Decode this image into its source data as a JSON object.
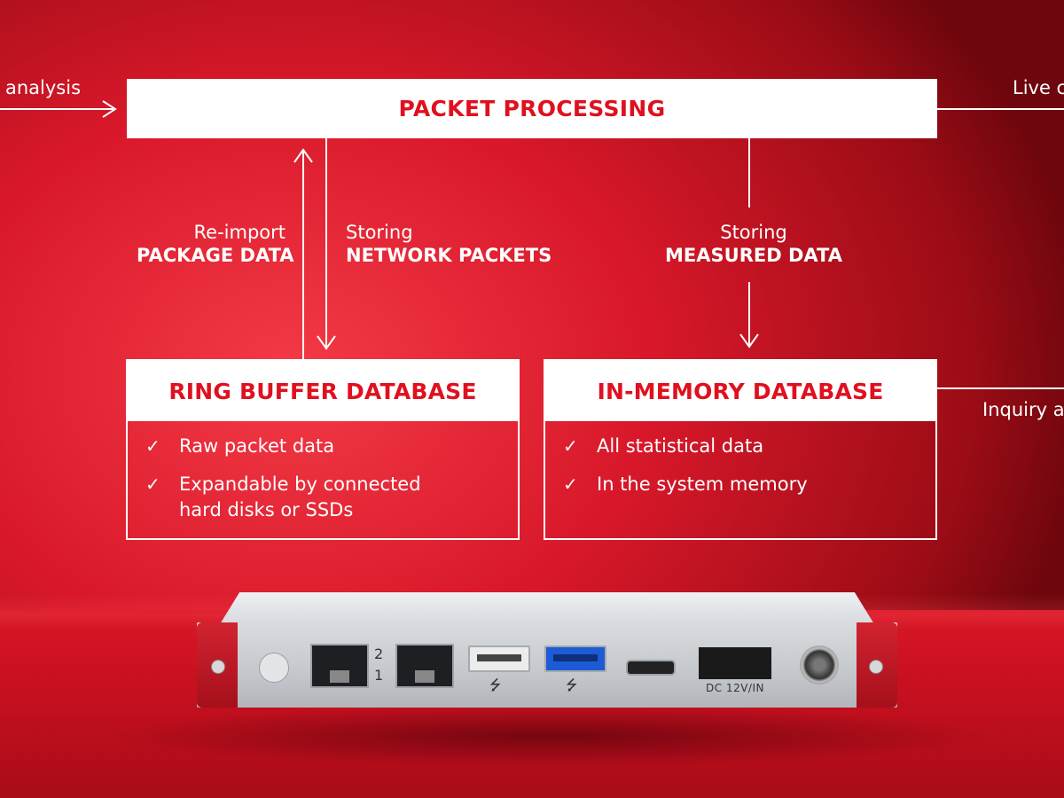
{
  "left_flow": {
    "label": "analysis"
  },
  "right_flow_top": {
    "label": "Live c"
  },
  "right_flow_bottom": {
    "label": "Inquiry a"
  },
  "top_box": {
    "title": "PACKET PROCESSING"
  },
  "flows": {
    "reimport": {
      "line1": "Re-import",
      "line2": "PACKAGE DATA"
    },
    "storing_packets": {
      "line1": "Storing",
      "line2": "NETWORK PACKETS"
    },
    "storing_measured": {
      "line1": "Storing",
      "line2": "MEASURED DATA"
    }
  },
  "ring_buffer": {
    "title": "RING BUFFER DATABASE",
    "items": [
      "Raw packet data",
      "Expandable by connected\nhard disks or SSDs"
    ]
  },
  "in_memory": {
    "title": "IN-MEMORY DATABASE",
    "items": [
      "All statistical data",
      "In the system memory"
    ]
  },
  "check_symbol": "✓",
  "device": {
    "power_label": "DC 12V/IN",
    "port_labels": [
      "2",
      "1"
    ],
    "usb_symbol": "⭍",
    "icons": [
      "power-button-icon",
      "ethernet-port-icon",
      "usb-port-icon",
      "hdmi-port-icon",
      "dc-jack-icon",
      "screw-icon"
    ]
  },
  "colors": {
    "brand_red": "#e0101f",
    "background_red": "#d8182a",
    "white": "#ffffff"
  }
}
